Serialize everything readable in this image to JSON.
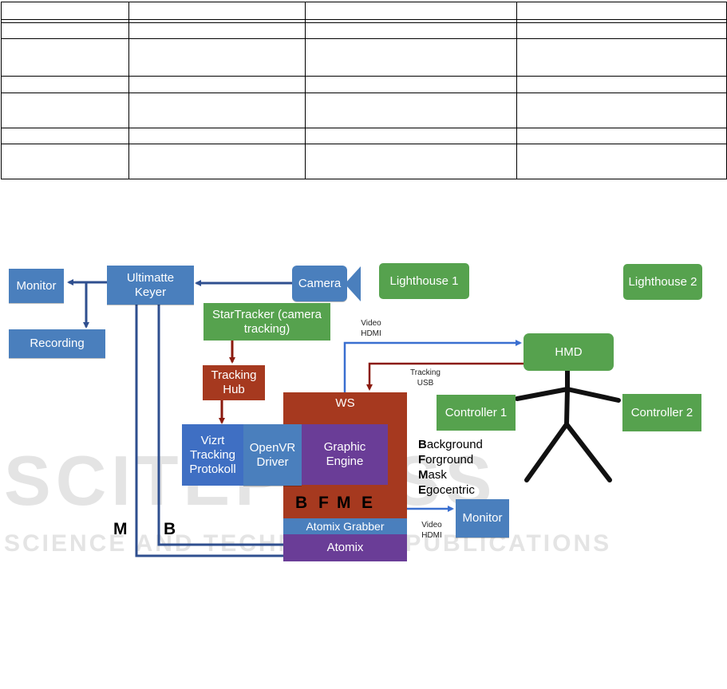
{
  "table": {
    "row_heights": [
      24,
      6,
      21,
      48,
      22,
      45,
      21,
      45
    ]
  },
  "boxes": {
    "monitor_left": "Monitor",
    "recording": "Recording",
    "ultimatte_keyer": "Ultimatte\nKeyer",
    "camera": "Camera",
    "lighthouse1": "Lighthouse 1",
    "lighthouse2": "Lighthouse 2",
    "startracker": "StarTracker (camera\ntracking)",
    "tracking_hub": "Tracking\nHub",
    "ws": "WS",
    "vizrt": "Vizrt\nTracking\nProtokoll",
    "openvr": "OpenVR\nDriver",
    "graphic_engine": "Graphic\nEngine",
    "atomix_grabber": "Atomix Grabber",
    "atomix": "Atomix",
    "hmd": "HMD",
    "controller1": "Controller 1",
    "controller2": "Controller 2",
    "monitor_right": "Monitor"
  },
  "labels": {
    "video_hdmi_top": "Video\nHDMI",
    "tracking_usb": "Tracking\nUSB",
    "video_hdmi_bottom": "Video\nHDMI",
    "M": "M",
    "B": "B",
    "bfme_b": "B",
    "bfme_f": "F",
    "bfme_m": "M",
    "bfme_e": "E"
  },
  "legend": [
    {
      "initial": "B",
      "rest": "ackground"
    },
    {
      "initial": "F",
      "rest": "orground"
    },
    {
      "initial": "M",
      "rest": "ask"
    },
    {
      "initial": "E",
      "rest": "gocentric"
    }
  ],
  "watermark": {
    "line1": "SCITEPRESS",
    "line2": "SCIENCE AND TECHNOLOGY PUBLICATIONS"
  },
  "colors": {
    "blue": "#4a7fbd",
    "green": "#56a24e",
    "red": "#a6391f",
    "purple": "#6a3d97",
    "arrow_blue": "#2f4f8f",
    "arrow_red": "#8b1a0e"
  }
}
